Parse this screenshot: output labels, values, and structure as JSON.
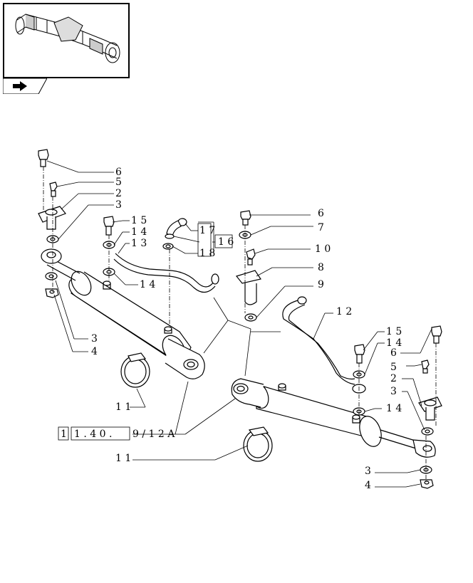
{
  "thumbnail": {
    "icon": "axle-assembly-thumbnail"
  },
  "nav": {
    "icon": "page-turn-arrow-icon"
  },
  "callouts": {
    "l6a": "6",
    "l5a": "5",
    "l2a": "2",
    "l3a": "3",
    "l15a": "1 5",
    "l14a": "1 4",
    "l13": "1 3",
    "l14b": "1 4",
    "l17": "1 7",
    "l16": "1 6",
    "l18": "1 8",
    "l6b": "6",
    "l7": "7",
    "l10": "1 0",
    "l8": "8",
    "l9": "9",
    "l3b": "3",
    "l4a": "4",
    "l12": "1 2",
    "l15b": "1 5",
    "l14c": "1 4",
    "l6c": "6",
    "l5b": "5",
    "l2b": "2",
    "l3c": "3",
    "l14d": "1 4",
    "l11a": "1 1",
    "l11b": "1 1",
    "l3d": "3",
    "l4b": "4"
  },
  "reference": {
    "box1": "1",
    "box2": "1 . 4 0 .",
    "suffix": "9 / 1 2 A"
  }
}
